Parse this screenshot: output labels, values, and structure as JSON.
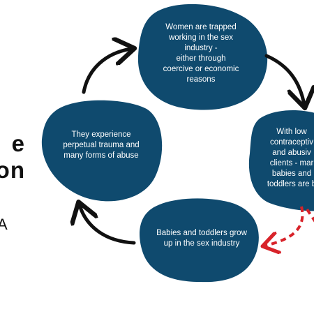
{
  "colors": {
    "node_fill": "#0f4a6e",
    "arrow": "#111111",
    "dashed_arrow": "#d8232a",
    "text": "#ffffff"
  },
  "side": {
    "heading": "e\non",
    "sub": "A"
  },
  "nodes": [
    {
      "id": "trapped",
      "text": "Women are trapped\nworking in the sex\nindustry -\neither through\ncoercive or economic\nreasons"
    },
    {
      "id": "contraceptive",
      "text": "With low\ncontraceptiv\nand abusiv\nclients - mar\nbabies and\ntoddlers are b"
    },
    {
      "id": "grow-up",
      "text": "Babies and toddlers grow\nup in the sex industry"
    },
    {
      "id": "trauma",
      "text": "They experience\nperpetual trauma and\nmany forms of abuse"
    }
  ]
}
